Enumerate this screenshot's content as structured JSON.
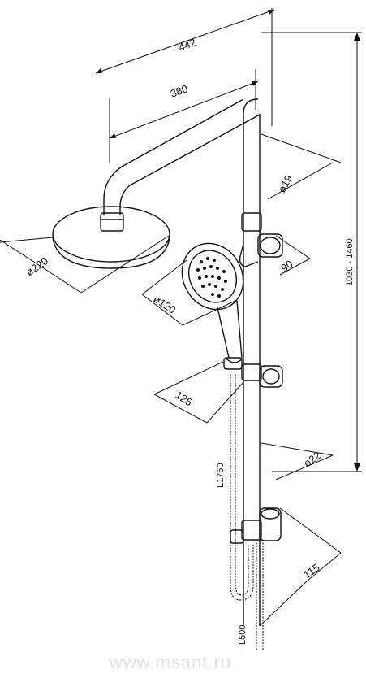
{
  "dimensions": {
    "overall_depth": "442",
    "arm_reach": "380",
    "pipe_diameter_upper": "ø19",
    "head_diameter": "ø220",
    "holder_offset": "90",
    "hand_shower_diameter": "ø120",
    "hand_shower_length": "125",
    "pipe_diameter_lower": "ø22",
    "hose_length": "L1750",
    "height_range": "1030 - 1460",
    "bottom_offset": "115",
    "spout_hose_length": "L500"
  },
  "watermark": "www.msant.ru",
  "colors": {
    "line": "#111111",
    "watermark": "#e2e2e2"
  }
}
